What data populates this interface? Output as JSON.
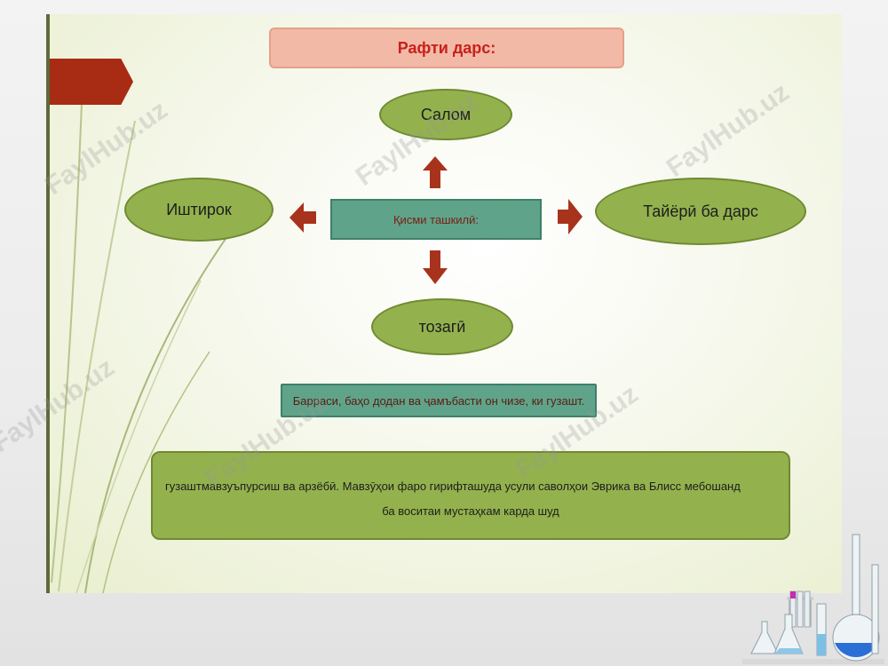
{
  "slide": {
    "title": "Рафти дарс:",
    "center_label": "Қисми ташкилӣ:",
    "nodes": {
      "top": "Салом",
      "left": "Иштирок",
      "right": "Тайёрӣ ба дарс",
      "bottom": "тозагӣ"
    },
    "summary": "Барраси, баҳо додан ва ҷамъбасти он чизе, ки гузашт.",
    "bottom_box": {
      "line1": "гузаштмавзуъпурсиш ва арзёбӣ. Мавзӯҳои фаро гирифташуда усули саволҳои Эврика ва Блисс мебошанд",
      "line2": "ба воситаи мустаҳкам карда шуд"
    }
  },
  "watermark": "FaylHub.uz",
  "colors": {
    "accent_red": "#a82b14",
    "oval_green": "#93b24e",
    "teal_box": "#5fa48a",
    "title_bg": "#f2b9a6"
  }
}
